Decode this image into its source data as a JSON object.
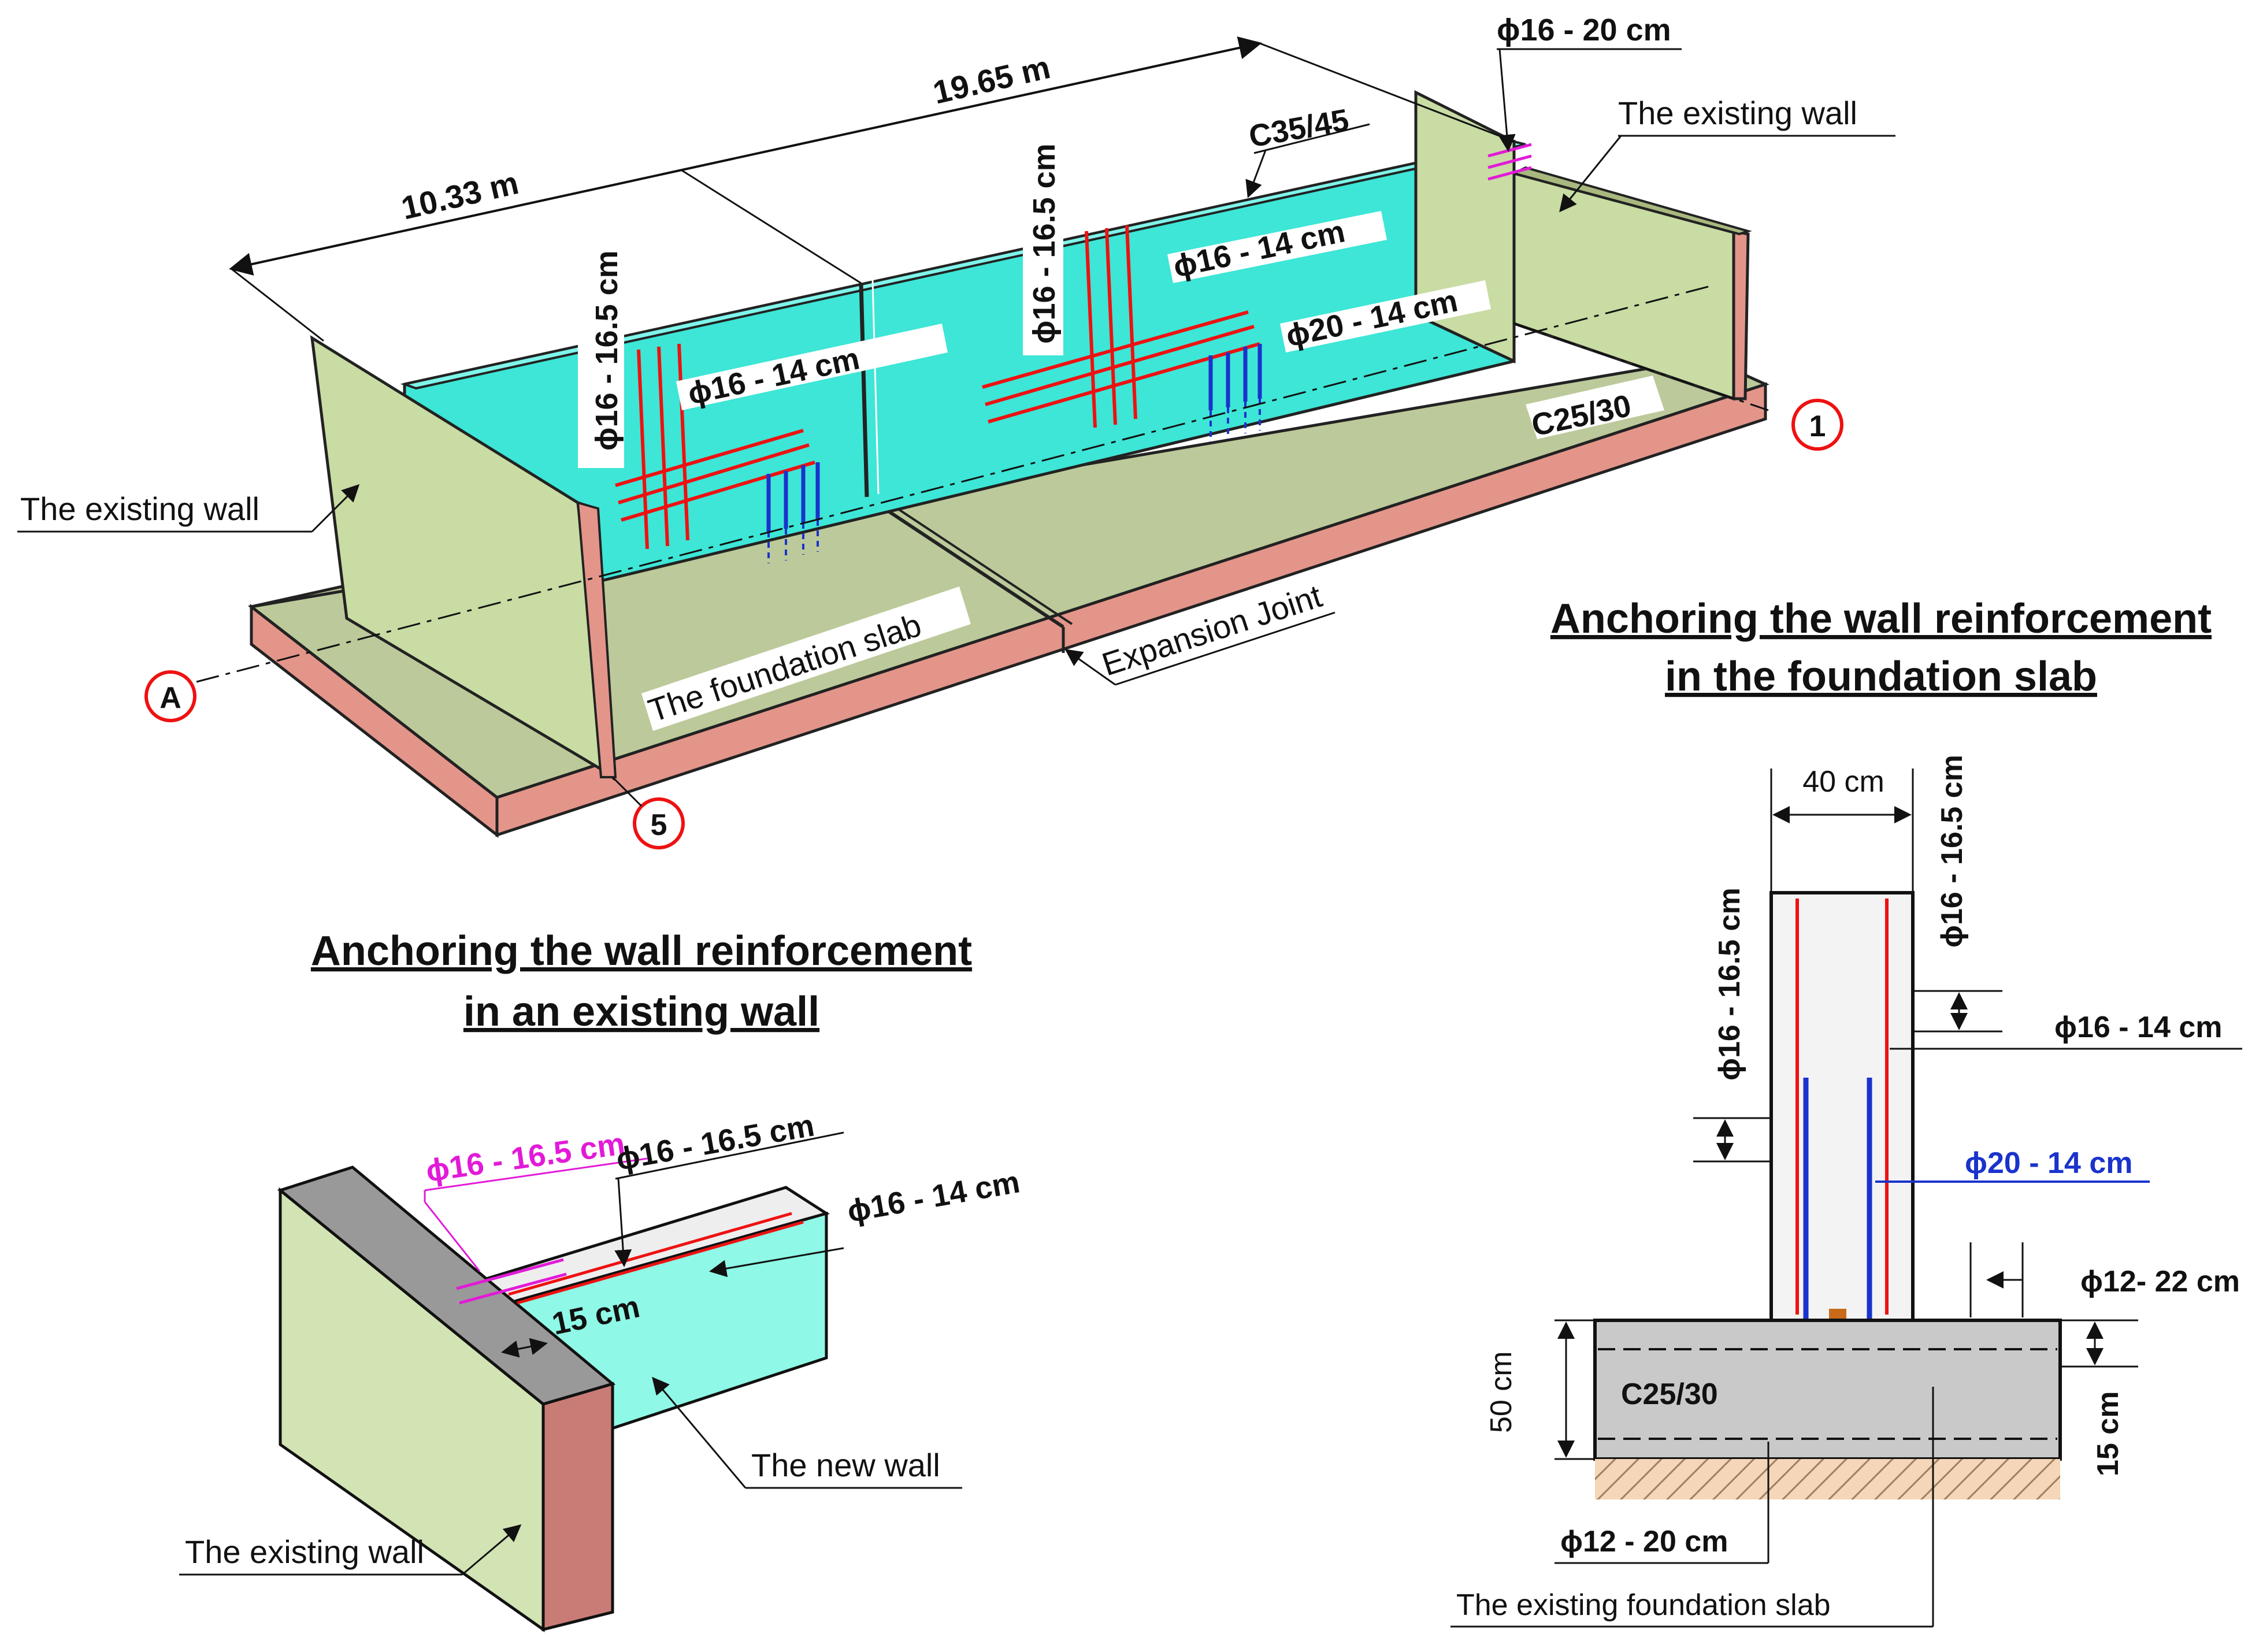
{
  "colors": {
    "new_wall": "#3de6d6",
    "existing_wall": "#c8dca3",
    "slab_top": "#bcc99a",
    "slab_edge": "#e3958a",
    "rebar_red": "#ee1111",
    "rebar_blue": "#1a33cc",
    "rebar_magenta": "#e21ad8",
    "concrete": "#c9c9c9"
  },
  "main_view": {
    "dims": {
      "length_a": "10.33 m",
      "length_b": "19.65 m"
    },
    "concrete_wall": "C35/45",
    "concrete_slab": "C25/30",
    "bars": {
      "top_right": "ϕ16 - 20 cm",
      "vert_left": "ϕ16 - 16.5 cm",
      "horiz_left": "ϕ16 - 14 cm",
      "vert_mid": "ϕ16 - 16.5 cm",
      "horiz_mid": "ϕ16 - 14 cm",
      "blue_mid": "ϕ20 - 14 cm"
    },
    "labels": {
      "existing_wall_right": "The existing wall",
      "existing_wall_left": "The existing wall",
      "foundation_slab": "The foundation slab",
      "expansion_joint": "Expansion Joint"
    },
    "axis_markers": {
      "a": "A",
      "one": "1",
      "five": "5"
    }
  },
  "section_view": {
    "title_line1": "Anchoring the wall reinforcement",
    "title_line2": "in the foundation slab",
    "width": "40 cm",
    "bar_right_vert": "ϕ16 - 16.5 cm",
    "bar_left_vert": "ϕ16 - 16.5 cm",
    "bar_horiz": "ϕ16 - 14 cm",
    "bar_blue": "ϕ20 - 14 cm",
    "bar_slab_top": "ϕ12- 22 cm",
    "bar_slab_bottom": "ϕ12 - 20 cm",
    "slab_depth": "50 cm",
    "cover": "15 cm",
    "concrete": "C25/30",
    "existing_slab": "The existing foundation slab"
  },
  "existing_wall_view": {
    "title_line1": "Anchoring the wall reinforcement",
    "title_line2": "in an existing wall",
    "bar_magenta": "ϕ16 - 16.5 cm",
    "bar_vert": "ϕ16 - 16.5 cm",
    "bar_horiz": "ϕ16 - 14 cm",
    "anchor_len": "15 cm",
    "new_wall": "The new wall",
    "existing_wall": "The existing wall"
  }
}
